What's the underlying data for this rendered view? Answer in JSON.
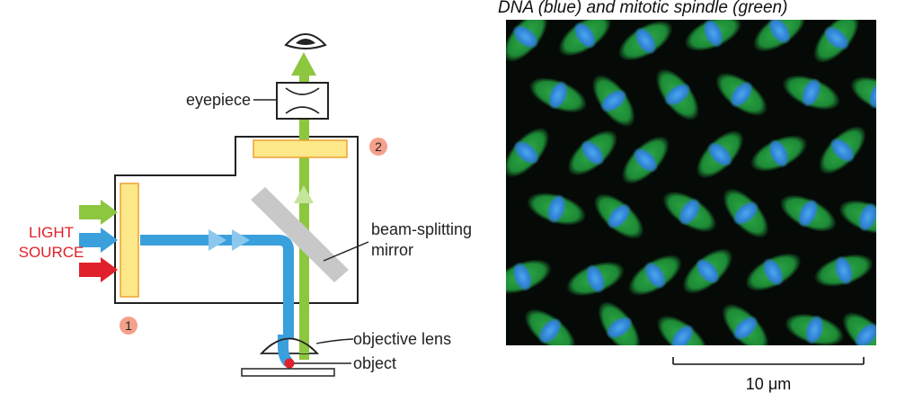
{
  "diagram": {
    "labels": {
      "light_line1": "LIGHT",
      "light_line2": "SOURCE",
      "eyepiece": "eyepiece",
      "mirror_line1": "beam-splitting",
      "mirror_line2": "mirror",
      "objective_lens": "objective lens",
      "object": "object",
      "filter1_number": "1",
      "filter2_number": "2"
    },
    "colors": {
      "green_beam": "#8dc63f",
      "blue_beam": "#3aa0dc",
      "red_beam": "#e0202a",
      "filter_fill": "#fde98a",
      "filter_stroke": "#f0a030",
      "badge": "#f4a08a",
      "mirror": "#c8c8c8"
    },
    "icons": [
      "eye-icon"
    ]
  },
  "micrograph": {
    "caption": "DNA (blue) and mitotic spindle (green)",
    "scale_bar_label": "10 μm",
    "colors": {
      "background": "#050a07",
      "dna": "#2f8cd8",
      "spindle": "#1f9a3c"
    }
  }
}
